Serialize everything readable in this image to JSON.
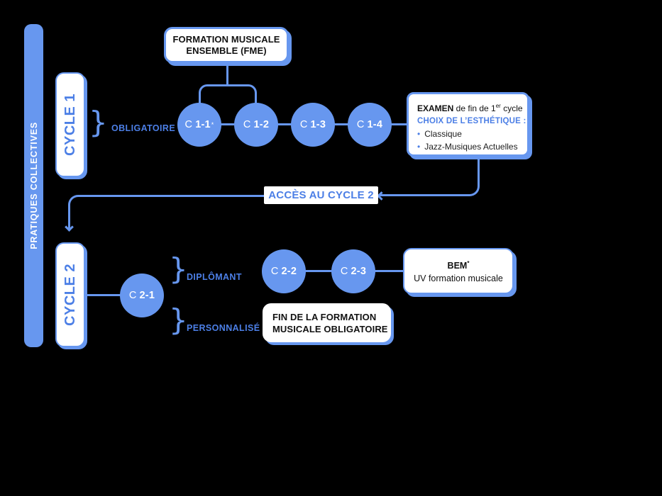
{
  "colors": {
    "background": "#000000",
    "shape_blue": "#6797EF",
    "label_blue": "#4C7FE6",
    "box_text": "#111111",
    "white": "#FFFFFF"
  },
  "sidebar": {
    "label": "PRATIQUES COLLECTIVES"
  },
  "fme_box": {
    "line1": "FORMATION MUSICALE",
    "line2": "ENSEMBLE (FME)"
  },
  "cycle1": {
    "title": "CYCLE 1",
    "brace": "}",
    "branch_label": "OBLIGATOIRE",
    "steps": [
      {
        "prefix": "C",
        "num": "1-1",
        "star": "*"
      },
      {
        "prefix": "C",
        "num": "1-2"
      },
      {
        "prefix": "C",
        "num": "1-3"
      },
      {
        "prefix": "C",
        "num": "1-4"
      }
    ]
  },
  "examen_box": {
    "title": "EXAMEN",
    "subtitle_pre": " de fin de 1",
    "subtitle_sup": "er",
    "subtitle_post": " cycle",
    "choice_heading": "CHOIX DE L’ESTHÉTIQUE :",
    "bullet": "•",
    "options": [
      "Classique",
      "Jazz-Musiques Actuelles"
    ]
  },
  "acces_label": {
    "text": "ACCÈS AU CYCLE 2"
  },
  "cycle2": {
    "title": "CYCLE 2",
    "brace": "}",
    "step1": {
      "prefix": "C",
      "num": "2-1"
    },
    "branches": [
      {
        "label": "DIPLÔMANT"
      },
      {
        "label": "PERSONNALISÉ"
      }
    ],
    "steps": [
      {
        "prefix": "C",
        "num": "2-2"
      },
      {
        "prefix": "C",
        "num": "2-3"
      }
    ]
  },
  "bem_box": {
    "title": "BEM",
    "star": "*",
    "subtitle": "UV formation musicale"
  },
  "fin_box": {
    "line1": "FIN DE LA FORMATION",
    "line2": "MUSICALE OBLIGATOIRE"
  }
}
